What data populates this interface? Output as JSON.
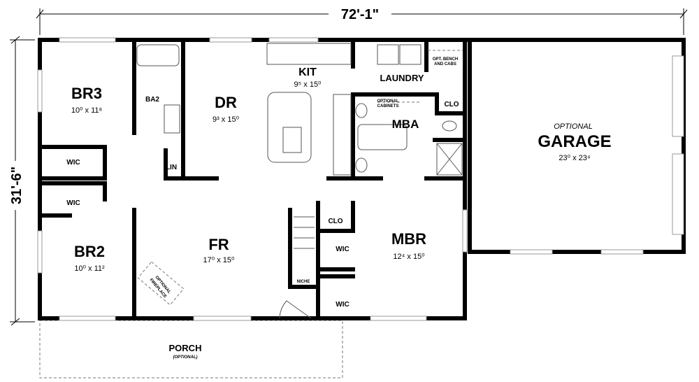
{
  "dimensions": {
    "width": "72'-1\"",
    "depth": "31'-6\""
  },
  "rooms": {
    "br3": {
      "name": "BR3",
      "size": "10⁰ x 11⁸"
    },
    "ba2": {
      "name": "BA2"
    },
    "dr": {
      "name": "DR",
      "size": "9³ x 15⁰"
    },
    "kit": {
      "name": "KIT",
      "size": "9⁵ x 15⁰"
    },
    "laundry": {
      "name": "LAUNDRY"
    },
    "opt_bench": {
      "line1": "OPT. BENCH",
      "line2": "AND CABS"
    },
    "clo_mba": {
      "name": "CLO"
    },
    "opt_cabinets": {
      "line1": "OPTIONAL",
      "line2": "CABINETS"
    },
    "mba": {
      "name": "MBA"
    },
    "garage": {
      "prefix": "OPTIONAL",
      "name": "GARAGE",
      "size": "23⁰ x 23⁴"
    },
    "wic_br3": {
      "name": "WIC"
    },
    "lin": {
      "name": "LIN"
    },
    "wic_br2": {
      "name": "WIC"
    },
    "br2": {
      "name": "BR2",
      "size": "10⁰ x 11²"
    },
    "fr": {
      "name": "FR",
      "size": "17⁰ x 15⁰"
    },
    "fireplace": {
      "line1": "OPTIONAL",
      "line2": "FIREPLACE"
    },
    "clo_hall": {
      "name": "CLO"
    },
    "wic_mbr1": {
      "name": "WIC"
    },
    "mbr": {
      "name": "MBR",
      "size": "12⁴ x 15⁰"
    },
    "niche": {
      "name": "NICHE"
    },
    "wic_mbr2": {
      "name": "WIC"
    },
    "porch": {
      "name": "PORCH",
      "note": "(OPTIONAL)"
    }
  }
}
